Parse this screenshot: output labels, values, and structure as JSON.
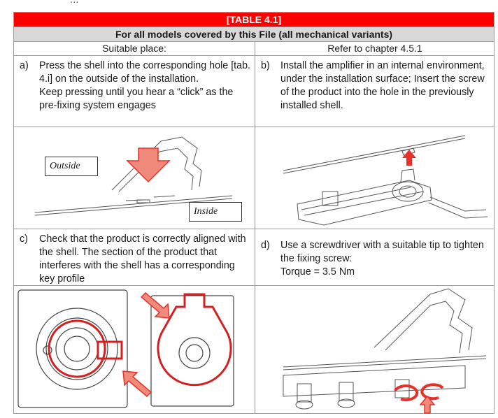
{
  "clipped_heading": "...",
  "table": {
    "title": "[TABLE 4.1]",
    "subtitle": "For all models covered by this File (all mechanical variants)",
    "left_header": "Suitable place:",
    "right_header": "Refer to chapter 4.5.1"
  },
  "steps": {
    "a": {
      "label": "a)",
      "lines": [
        "Press the shell into the corresponding hole [tab. 4.i] on the outside of the installation.",
        "Keep pressing until you hear a “click” as the pre-fixing system engages"
      ]
    },
    "b": {
      "label": "b)",
      "lines": [
        "Install the amplifier in an internal environment, under the installation surface; Insert the screw of the product into the hole in the previously installed shell."
      ]
    },
    "c": {
      "label": "c)",
      "lines": [
        "Check that the product is correctly aligned with the shell. The section of the product that interferes with the shell has a corresponding key profile"
      ]
    },
    "d": {
      "label": "d)",
      "lines": [
        "Use a screwdriver with a suitable tip to tighten the fixing screw:",
        "Torque = 3.5 Nm"
      ]
    }
  },
  "figure_labels": {
    "outside": "Outside",
    "inside": "Inside"
  },
  "colors": {
    "header_red": "#ff0000",
    "subheader_gray": "#d9d9d9",
    "arrow_red": "#e8302a",
    "arrow_fill": "#f08a7a"
  }
}
